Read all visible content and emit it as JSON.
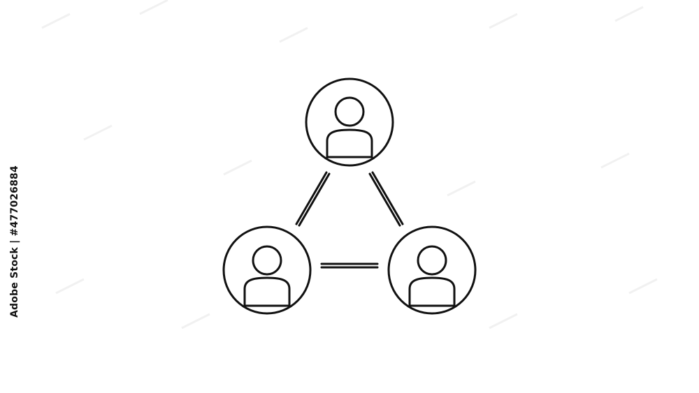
{
  "side_caption": "Adobe Stock | #477026884",
  "colors": {
    "background": "#ffffff",
    "stroke": "#111111",
    "watermark": "#000000"
  },
  "icons": {
    "main": "user-network-icon",
    "nodes": [
      "user-circle-icon",
      "user-circle-icon",
      "user-circle-icon"
    ],
    "connectors": [
      "link-line",
      "link-line",
      "link-line"
    ]
  }
}
